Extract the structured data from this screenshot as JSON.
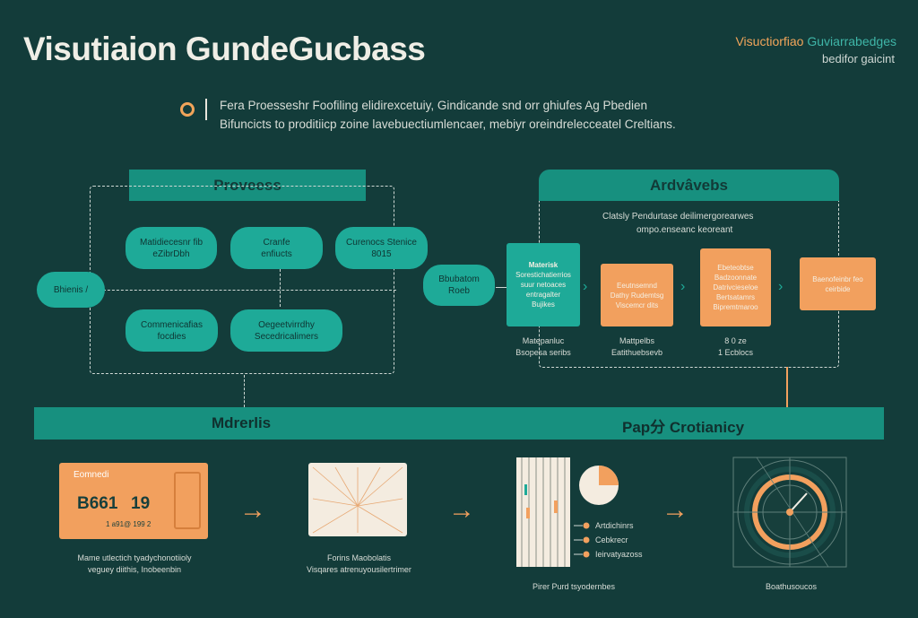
{
  "title": "Visutiaion GundeGucbass",
  "top_right": {
    "line1_a": "Visuctiorfiao",
    "line1_b": "Guviarrabedges",
    "line2": "bedifor gaicint"
  },
  "intro": {
    "line1": "Fera Proesseshr Foofiling elidirexcetuiy, Gindicande snd orr ghiufes Ag Pbedien",
    "line2": "Bifuncicts to proditiicp zoine lavebuectiumlencaer, mebiyr oreindrelecceatel Creltians."
  },
  "process": {
    "band": "Proveess",
    "left_pill": "Bhienis /",
    "pills": [
      {
        "l1": "Matidiecesnr fib",
        "l2": "eZibrDbh"
      },
      {
        "l1": "Cranfe",
        "l2": "enfiucts"
      },
      {
        "l1": "Curenocs Stenice",
        "l2": "8015"
      },
      {
        "l1": "Commenicafias",
        "l2": "focdies"
      },
      {
        "l1": "Oegeetvirrdhy",
        "l2": "Secedricalimers"
      }
    ]
  },
  "bridge_pill": {
    "l1": "Bbubatom",
    "l2": "Roeb"
  },
  "ardvavebs": {
    "band": "Ardvâvebs",
    "sub1": "Clatsly Pendurtase deilimergorearwes",
    "sub2": "ompo.enseanc keoreant",
    "cards": [
      {
        "l1": "Materisk",
        "l2": "Sorestichatierrios",
        "l3": "suur netoaces",
        "l4": "entragalter",
        "l5": "Bujikes",
        "cap1": "Matepanluc",
        "cap2": "Bsopesa seribs"
      },
      {
        "l1": "Eeutnsemnd",
        "l2": "Dathy Rudemtsg",
        "l3": "Viscemcr dits",
        "cap1": "Mattpelbs",
        "cap2": "Eatithuebsevb"
      },
      {
        "l1": "Ebeteobtse",
        "l2": "Badzoonnate",
        "l3": "Datrivcieseloe",
        "l4": "Bertsatamrs",
        "l5": "Bipremtmaroo",
        "cap1": "8 0 ze",
        "cap2": "1 Ecblocs"
      },
      {
        "l1": "Baenofeinbr feo",
        "l2": "ceirbide"
      }
    ]
  },
  "sections": {
    "left": "Mdrerlis",
    "right": "Pap分 Crotianicy"
  },
  "bottom": {
    "p1": {
      "label": "Eomnedi",
      "num1": "B661",
      "num2": "19",
      "code": "1 a91@ 199 2",
      "cap1": "Mame utlectich tyadychonotiioly",
      "cap2": "veguey diithis, Inobeenbin"
    },
    "p2": {
      "cap1": "Forins Maobolatis",
      "cap2": "Visqares atrenuyousilertrimer"
    },
    "p3": {
      "legend": [
        "Artdichinrs",
        "Cebkrecr",
        "Ieirvatyazoss"
      ],
      "cap": "Pirer Purd tsyodernbes"
    },
    "p4": {
      "cap": "Boathusoucos"
    }
  },
  "colors": {
    "bg": "#133c3a",
    "teal": "#1eaa98",
    "orange": "#f2a05e"
  }
}
